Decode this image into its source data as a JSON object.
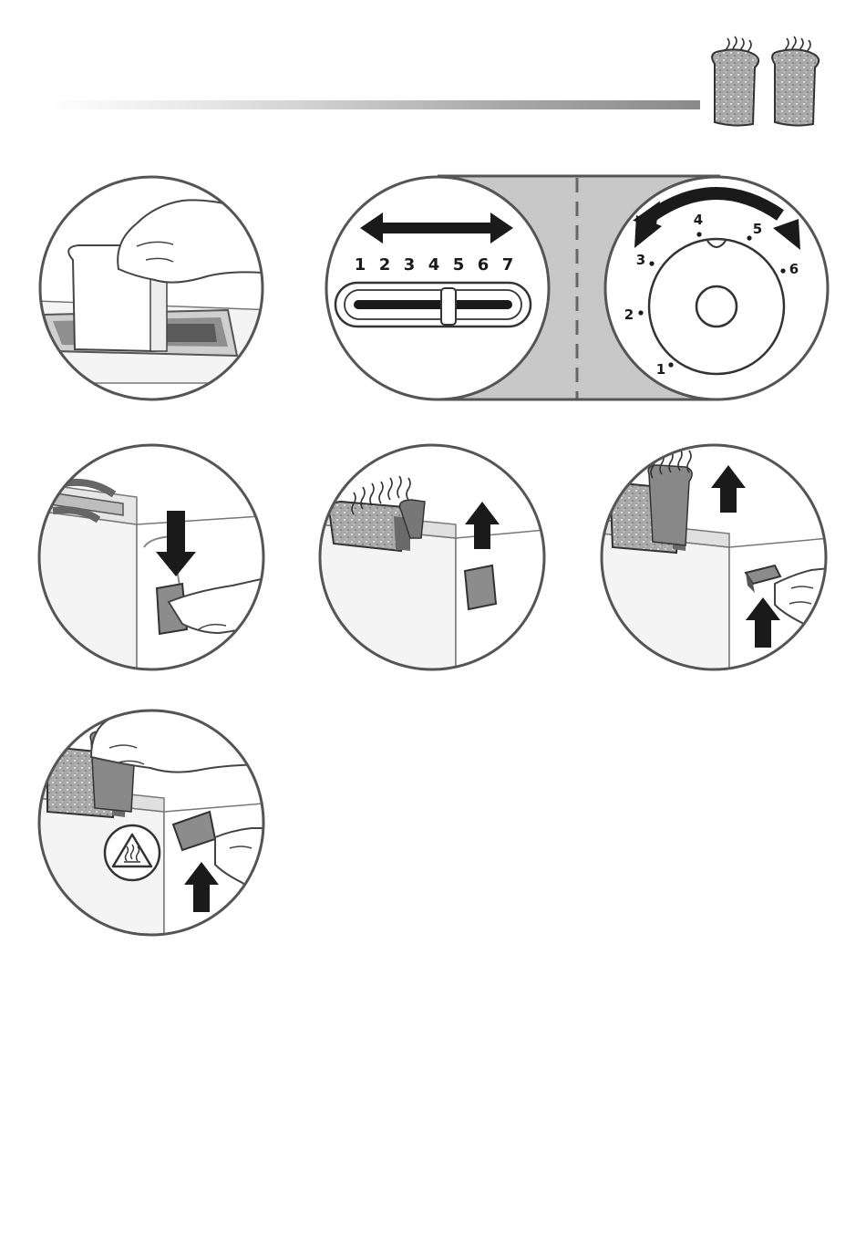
{
  "slider": {
    "labels": [
      "1",
      "2",
      "3",
      "4",
      "5",
      "6",
      "7"
    ]
  },
  "dial": {
    "labels": [
      "1",
      "2",
      "3",
      "4",
      "5",
      "6"
    ]
  },
  "colors": {
    "ink": "#3a3a3a",
    "panel_gray": "#c8c8c8",
    "toast_fill": "#a9a9a9",
    "lever": "#8c8c8c"
  },
  "icons": [
    "steaming-toast-icon",
    "double-arrow-icon",
    "curved-double-arrow-icon",
    "down-arrow-icon",
    "up-arrow-icon",
    "hot-surface-warning-icon"
  ]
}
